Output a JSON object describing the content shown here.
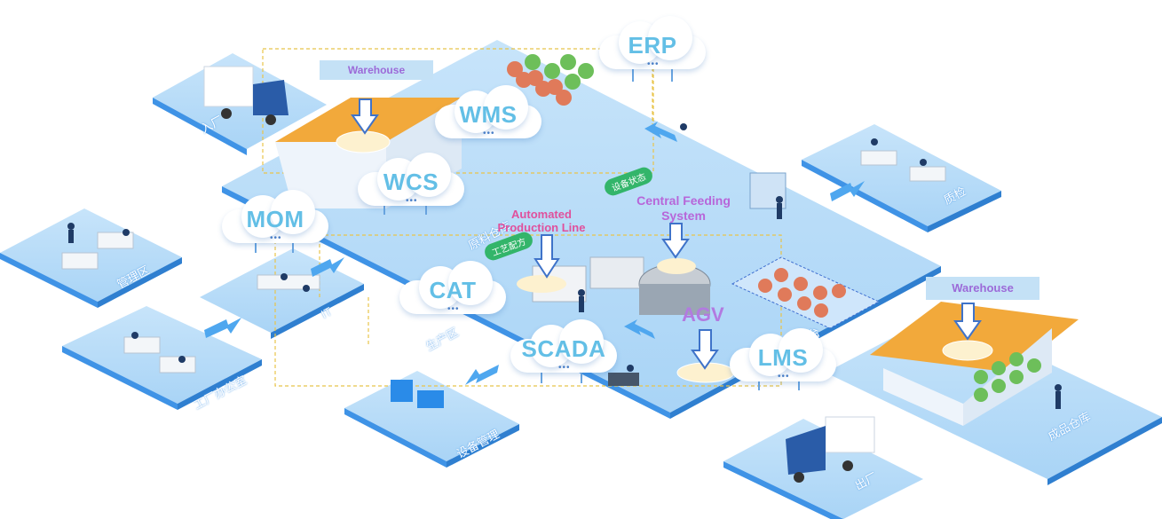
{
  "clouds": {
    "erp": "ERP",
    "wms": "WMS",
    "wcs": "WCS",
    "mom": "MOM",
    "cat": "CAT",
    "scada": "SCADA",
    "lms": "LMS"
  },
  "tags": {
    "warehouse_top": "Warehouse",
    "warehouse_right": "Warehouse",
    "automated_line_1": "Automated",
    "automated_line_2": "Production Line",
    "central_feeding_1": "Central Feeding",
    "central_feeding_2": "System",
    "agv": "AGV"
  },
  "zones": {
    "inbound": "入厂",
    "management": "管理区",
    "factory_office": "工厂办公室",
    "it": "IT",
    "equipment": "设备管理",
    "production": "生产区",
    "raw_material": "原料仓库",
    "quality": "质检",
    "finished_goods": "成品仓库",
    "outbound": "出厂",
    "platform": "台"
  },
  "green_labels": {
    "process": "工艺配方",
    "status": "设备状态"
  },
  "colors": {
    "tile": "#b7dcf8",
    "tile_edge": "#3f93e6",
    "cloud_text": "#63bfe6",
    "roof": "#f2a93b",
    "dashed_line": "#e8c44a",
    "accent_pink": "#e0509c",
    "accent_purple": "#b766d9"
  }
}
